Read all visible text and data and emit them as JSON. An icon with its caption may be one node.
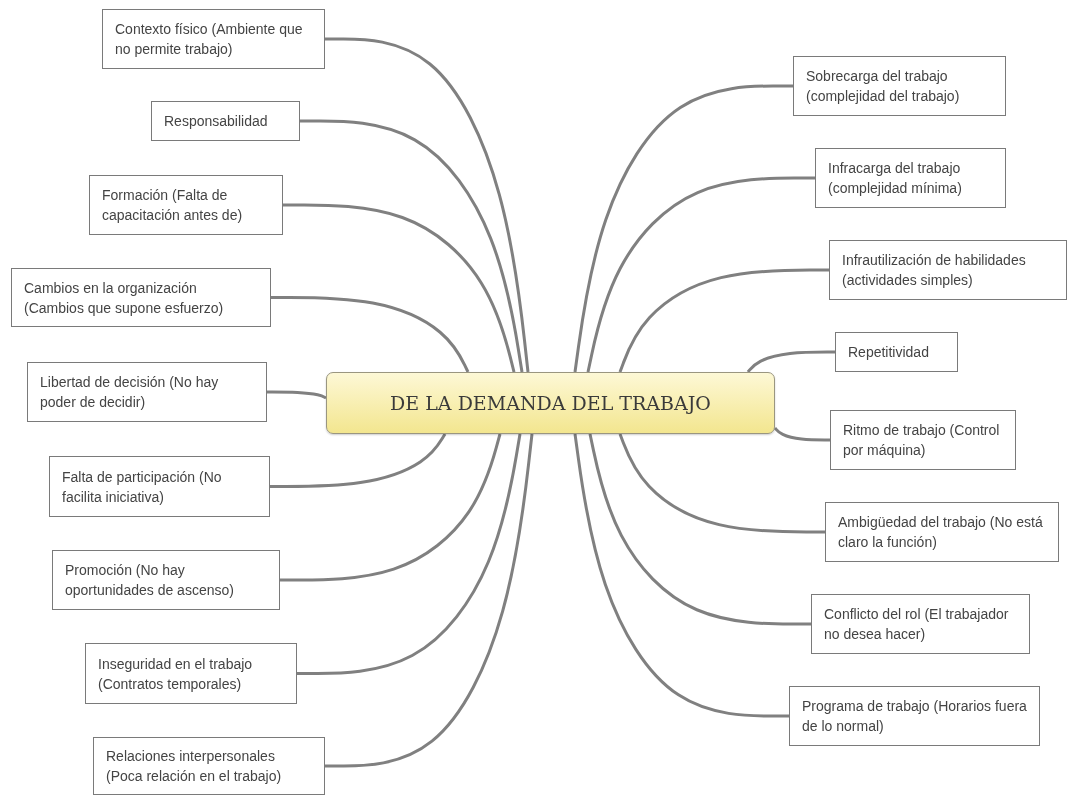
{
  "diagram": {
    "nodes": [
      {
        "text": [
          "DE LA DEMANDA DEL TRABAJO"
        ]
      },
      {
        "text": [
          "Contexto físico (Ambiente que no permite trabajo)"
        ]
      },
      {
        "text": [
          "Responsabilidad"
        ]
      },
      {
        "text": [
          "Formación (Falta de capacitación antes de)"
        ]
      },
      {
        "text": [
          "Cambios en la organización (Cambios que supone esfuerzo)"
        ]
      },
      {
        "text": [
          "Libertad de decisión (No hay poder de decidir)"
        ]
      },
      {
        "text": [
          "Falta de participación (No facilita iniciativa)"
        ]
      },
      {
        "text": [
          "Promoción (No hay oportunidades de ascenso)"
        ]
      },
      {
        "text": [
          "Inseguridad en el trabajo (Contratos temporales)"
        ]
      },
      {
        "text": [
          "Relaciones interpersonales (Poca relación en el trabajo)"
        ]
      },
      {
        "text": [
          "Sobrecarga del trabajo (complejidad del trabajo)"
        ]
      },
      {
        "text": [
          "Infracarga del trabajo (complejidad mínima)"
        ]
      },
      {
        "text": [
          "Infrautilización de habilidades (actividades simples)"
        ]
      },
      {
        "text": [
          "Repetitividad"
        ]
      },
      {
        "text": [
          "Ritmo de trabajo (Control por máquina)"
        ]
      },
      {
        "text": [
          "Ambigüedad del trabajo (No está claro la función)"
        ]
      },
      {
        "text": [
          "Conflicto del rol (El trabajador no desea hacer)"
        ]
      },
      {
        "text": [
          "Programa de trabajo (Horarios fuera de lo normal)"
        ]
      }
    ],
    "edges": [
      {
        "from": 0,
        "to": 1,
        "arrow": "none"
      },
      {
        "from": 0,
        "to": 2,
        "arrow": "none"
      },
      {
        "from": 0,
        "to": 3,
        "arrow": "none"
      },
      {
        "from": 0,
        "to": 4,
        "arrow": "none"
      },
      {
        "from": 0,
        "to": 5,
        "arrow": "none"
      },
      {
        "from": 0,
        "to": 6,
        "arrow": "none"
      },
      {
        "from": 0,
        "to": 7,
        "arrow": "none"
      },
      {
        "from": 0,
        "to": 8,
        "arrow": "none"
      },
      {
        "from": 0,
        "to": 9,
        "arrow": "none"
      },
      {
        "from": 0,
        "to": 10,
        "arrow": "none"
      },
      {
        "from": 0,
        "to": 11,
        "arrow": "none"
      },
      {
        "from": 0,
        "to": 12,
        "arrow": "none"
      },
      {
        "from": 0,
        "to": 13,
        "arrow": "none"
      },
      {
        "from": 0,
        "to": 14,
        "arrow": "none"
      },
      {
        "from": 0,
        "to": 15,
        "arrow": "none"
      },
      {
        "from": 0,
        "to": 16,
        "arrow": "none"
      },
      {
        "from": 0,
        "to": 17,
        "arrow": "none"
      }
    ]
  }
}
